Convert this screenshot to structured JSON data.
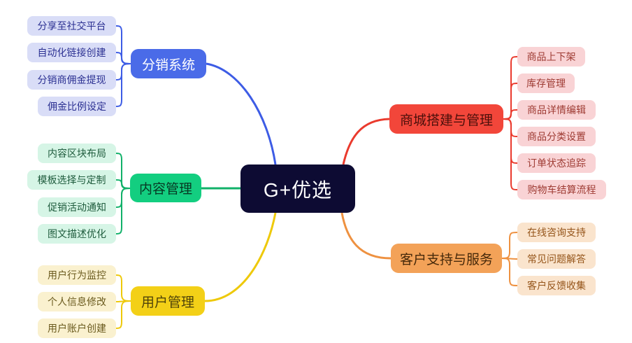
{
  "root": {
    "label": "G+优选"
  },
  "colors": {
    "root_bg": "#0d0b33",
    "distribution": "#4a6be8",
    "content": "#13ce80",
    "user": "#f3d017",
    "mall": "#f2463a",
    "support": "#f3a258"
  },
  "branches": [
    {
      "label": "分销系统",
      "side": "left",
      "color": "#4a6be8",
      "children": [
        "分享至社交平台",
        "自动化链接创建",
        "分销商佣金提现",
        "佣金比例设定"
      ]
    },
    {
      "label": "内容管理",
      "side": "left",
      "color": "#13ce80",
      "children": [
        "内容区块布局",
        "模板选择与定制",
        "促销活动通知",
        "图文描述优化"
      ]
    },
    {
      "label": "用户管理",
      "side": "left",
      "color": "#f3d017",
      "children": [
        "用户行为监控",
        "个人信息修改",
        "用户账户创建"
      ]
    },
    {
      "label": "商城搭建与管理",
      "side": "right",
      "color": "#f2463a",
      "children": [
        "商品上下架",
        "库存管理",
        "商品详情编辑",
        "商品分类设置",
        "订单状态追踪",
        "购物车结算流程"
      ]
    },
    {
      "label": "客户支持与服务",
      "side": "right",
      "color": "#f3a258",
      "children": [
        "在线咨询支持",
        "常见问题解答",
        "客户反馈收集"
      ]
    }
  ]
}
